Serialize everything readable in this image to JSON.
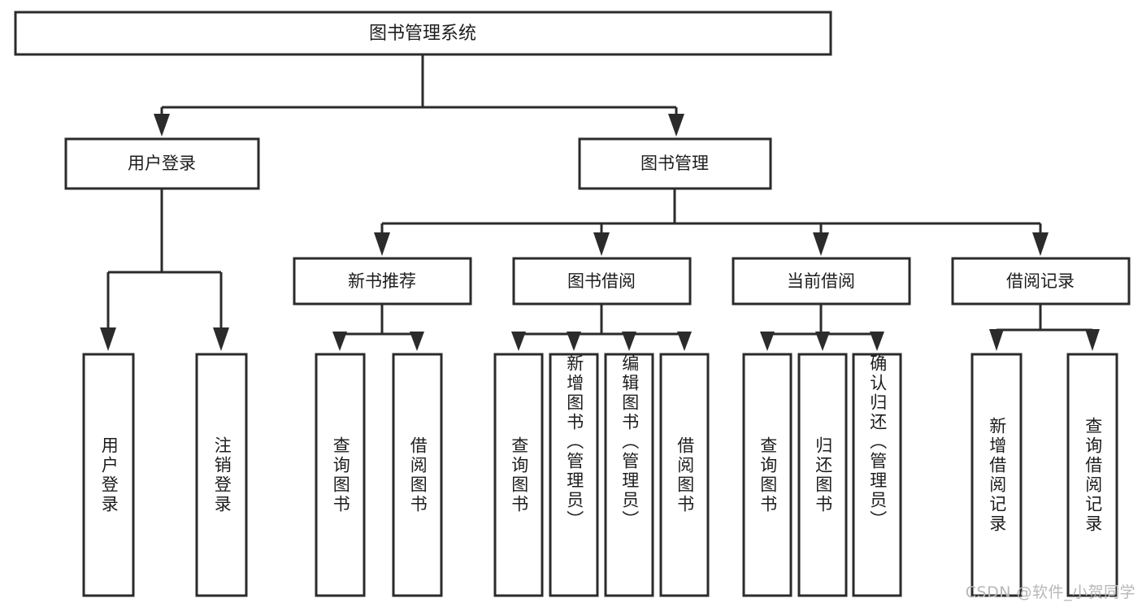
{
  "diagram": {
    "type": "tree",
    "title": "图书管理系统",
    "root": {
      "id": "root",
      "label": "图书管理系统",
      "orientation": "horizontal"
    },
    "level2": [
      {
        "id": "user-login",
        "label": "用户登录",
        "orientation": "horizontal"
      },
      {
        "id": "book-manage",
        "label": "图书管理",
        "orientation": "horizontal"
      }
    ],
    "level3": [
      {
        "id": "new-book-recommend",
        "label": "新书推荐",
        "orientation": "horizontal",
        "parent": "book-manage"
      },
      {
        "id": "book-borrow",
        "label": "图书借阅",
        "orientation": "horizontal",
        "parent": "book-manage"
      },
      {
        "id": "current-borrow",
        "label": "当前借阅",
        "orientation": "horizontal",
        "parent": "book-manage"
      },
      {
        "id": "borrow-record",
        "label": "借阅记录",
        "orientation": "horizontal",
        "parent": "book-manage"
      }
    ],
    "leaves": [
      {
        "id": "leaf-user-login",
        "label": "用户登录",
        "parent": "user-login",
        "orientation": "vertical"
      },
      {
        "id": "leaf-logout-login",
        "label": "注销登录",
        "parent": "user-login",
        "orientation": "vertical"
      },
      {
        "id": "leaf-query-book-1",
        "label": "查询图书",
        "parent": "new-book-recommend",
        "orientation": "vertical"
      },
      {
        "id": "leaf-borrow-book-1",
        "label": "借阅图书",
        "parent": "new-book-recommend",
        "orientation": "vertical"
      },
      {
        "id": "leaf-query-book-2",
        "label": "查询图书",
        "parent": "book-borrow",
        "orientation": "vertical"
      },
      {
        "id": "leaf-add-book",
        "label": "新增图书（管理员）",
        "parent": "book-borrow",
        "orientation": "vertical"
      },
      {
        "id": "leaf-edit-book",
        "label": "编辑图书（管理员）",
        "parent": "book-borrow",
        "orientation": "vertical"
      },
      {
        "id": "leaf-borrow-book-2",
        "label": "借阅图书",
        "parent": "book-borrow",
        "orientation": "vertical"
      },
      {
        "id": "leaf-query-book-3",
        "label": "查询图书",
        "parent": "current-borrow",
        "orientation": "vertical"
      },
      {
        "id": "leaf-return-book",
        "label": "归还图书",
        "parent": "current-borrow",
        "orientation": "vertical"
      },
      {
        "id": "leaf-confirm-return",
        "label": "确认归还（管理员）",
        "parent": "current-borrow",
        "orientation": "vertical"
      },
      {
        "id": "leaf-add-record",
        "label": "新增借阅记录",
        "parent": "borrow-record",
        "orientation": "vertical"
      },
      {
        "id": "leaf-query-record",
        "label": "查询借阅记录",
        "parent": "borrow-record",
        "orientation": "vertical"
      }
    ],
    "colors": {
      "stroke": "#2b2b2b",
      "fill": "#ffffff",
      "text": "#1d1d1d",
      "watermark": "#b7b7b7",
      "background": "#ffffff"
    }
  },
  "watermark": {
    "text": "CSDN @软件_小贺同学"
  }
}
